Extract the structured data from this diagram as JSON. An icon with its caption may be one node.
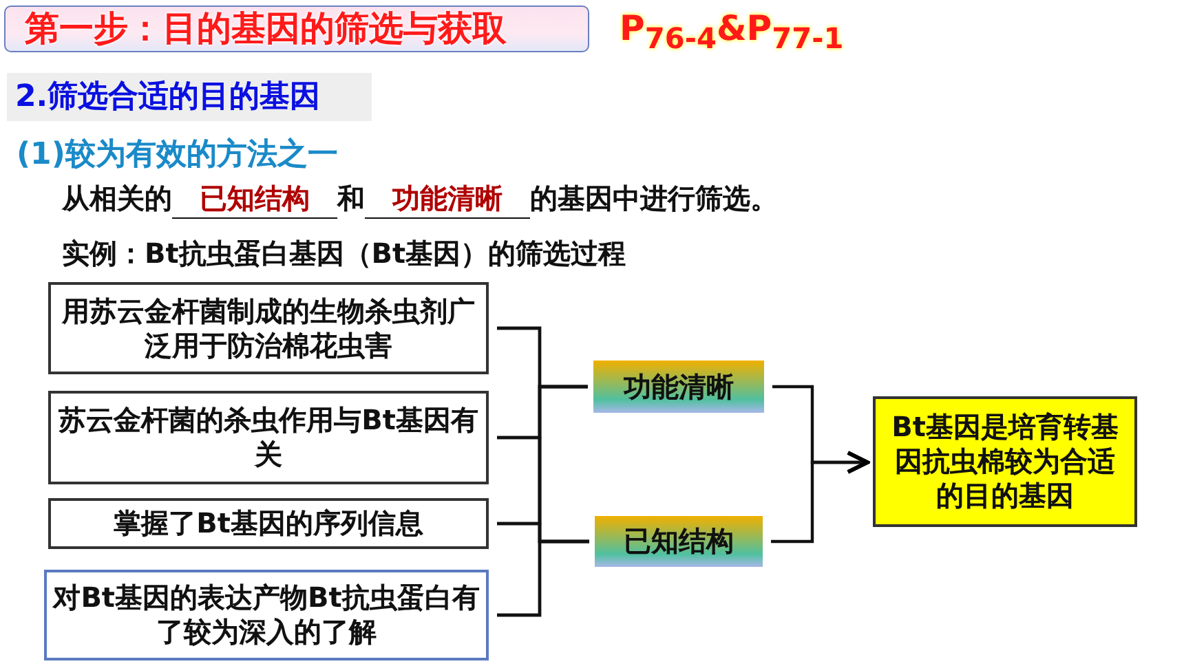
{
  "diagram": {
    "title": "第一步：目的基因的筛选与获取",
    "nodes": [
      {
        "text": [
          "用苏云金杆菌制成的生物杀虫剂广泛用于防治棉花虫害"
        ]
      },
      {
        "text": [
          "苏云金杆菌的杀虫作用与Bt基因有关"
        ]
      },
      {
        "text": [
          "掌握了Bt基因的序列信息"
        ]
      },
      {
        "text": [
          "对Bt基因的表达产物Bt抗虫蛋白有了较为深入的了解"
        ]
      },
      {
        "text": [
          "功能清晰"
        ]
      },
      {
        "text": [
          "已知结构"
        ]
      },
      {
        "text": [
          "Bt基因是培育转基因抗虫棉较为合适的目的基因"
        ]
      }
    ],
    "edges": [
      {
        "from": 0,
        "to": 4,
        "arrow": "none"
      },
      {
        "from": 1,
        "to": 4,
        "arrow": "none"
      },
      {
        "from": 2,
        "to": 4,
        "arrow": "none"
      },
      {
        "from": 3,
        "to": 4,
        "arrow": "none"
      },
      {
        "from": 0,
        "to": 5,
        "arrow": "none"
      },
      {
        "from": 1,
        "to": 5,
        "arrow": "none"
      },
      {
        "from": 2,
        "to": 5,
        "arrow": "none"
      },
      {
        "from": 3,
        "to": 5,
        "arrow": "none"
      },
      {
        "from": 4,
        "to": 6,
        "arrow": "to"
      },
      {
        "from": 5,
        "to": 6,
        "arrow": "to"
      }
    ],
    "labels": [
      "P$_{76-4}$&P$_{77-1}$",
      "2.筛选合适的目的基因",
      "(1)较为有效的方法之一",
      "从相关的",
      "已知结构",
      "和",
      "功能清晰",
      "的基因中进行筛选。",
      "实例：Bt抗虫蛋白基因（Bt基因）的筛选过程"
    ]
  }
}
